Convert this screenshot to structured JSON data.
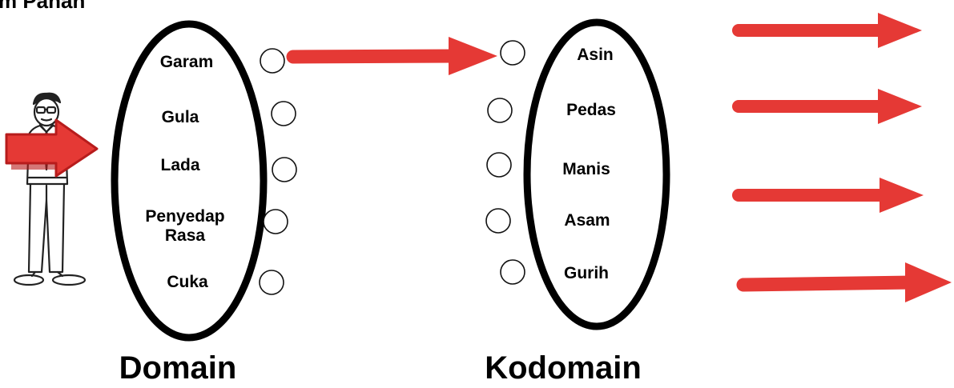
{
  "heading": "m Panah",
  "domain": {
    "label": "Domain",
    "items": [
      "Garam",
      "Gula",
      "Lada",
      "Penyedap Rasa",
      "Cuka"
    ]
  },
  "codomain": {
    "label": "Kodomain",
    "items": [
      "Asin",
      "Pedas",
      "Manis",
      "Asam",
      "Gurih"
    ]
  },
  "colors": {
    "arrow": "#e53935",
    "arrow_dark": "#b71c1c",
    "outline": "#000000",
    "figure_stroke": "#222222"
  },
  "icons": [
    "presenter-figure-icon",
    "arrow-icon",
    "circle-node-icon"
  ]
}
